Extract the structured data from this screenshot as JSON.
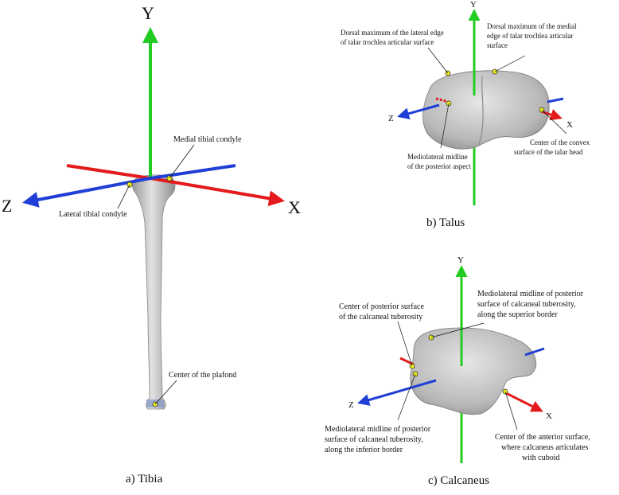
{
  "panels": {
    "tibia": {
      "caption": "a) Tibia",
      "axes": {
        "x": "X",
        "y": "Y",
        "z": "Z"
      },
      "annotations": {
        "medial_condyle": "Medial tibial condyle",
        "lateral_condyle": "Lateral tibial condyle",
        "plafond": "Center of the plafond"
      }
    },
    "talus": {
      "caption": "b) Talus",
      "axes": {
        "x": "X",
        "y": "Y",
        "z": "Z"
      },
      "annotations": {
        "lateral_edge_1": "Dorsal maximum of the lateral edge",
        "lateral_edge_2": "of talar trochlea articular surface",
        "medial_edge_1": "Dorsal maximum of the medial",
        "medial_edge_2": "edge of talar trochlea articular",
        "medial_edge_3": "surface",
        "posterior_1": "Mediolateral midline",
        "posterior_2": "of the posterior aspect",
        "talar_head_1": "Center of the convex",
        "talar_head_2": "surface of the talar head"
      }
    },
    "calcaneus": {
      "caption": "c) Calcaneus",
      "axes": {
        "x": "X",
        "y": "Y",
        "z": "Z"
      },
      "annotations": {
        "post_surface_1": "Center of posterior surface",
        "post_surface_2": "of the calcaneal tuberosity",
        "superior_1": "Mediolateral midline of posterior",
        "superior_2": "surface of calcaneal tuberosity,",
        "superior_3": "along the superior border",
        "inferior_1": "Mediolateral midline of posterior",
        "inferior_2": "surface of calcaneal tuberosity,",
        "inferior_3": "along the inferior border",
        "anterior_1": "Center of the anterior surface,",
        "anterior_2": "where calcaneus articulates",
        "anterior_3": "with cuboid"
      }
    }
  },
  "colors": {
    "x_axis": "#e31a1c",
    "y_axis": "#22cc22",
    "z_axis": "#1f3fd6",
    "landmark": "#f2f21a",
    "bone": "#c9c9c9"
  }
}
